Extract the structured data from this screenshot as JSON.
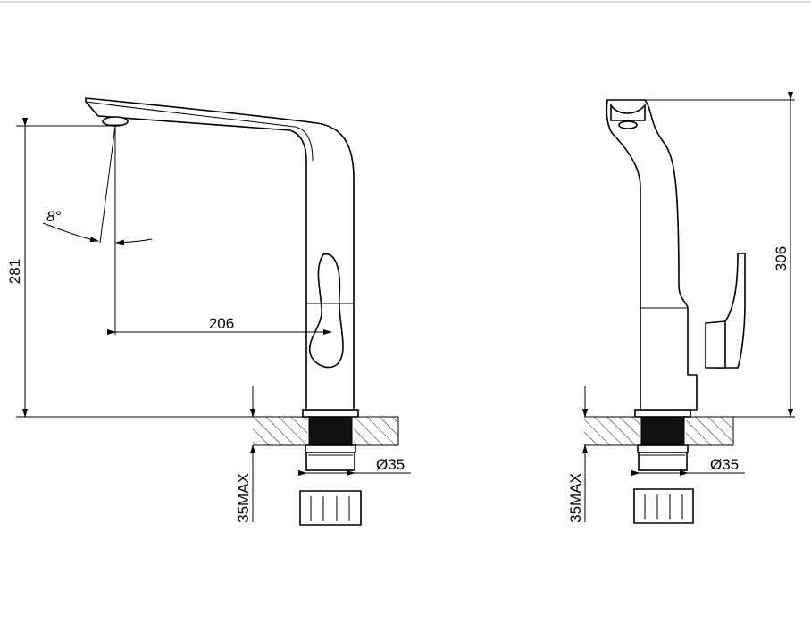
{
  "dimensions": {
    "spout_height": "281",
    "spout_reach": "206",
    "spout_angle": "8°",
    "base_diameter_front": "Ø35",
    "base_diameter_side": "Ø35",
    "counter_thickness_front": "35MAX",
    "counter_thickness_side": "35MAX",
    "total_height": "306"
  }
}
